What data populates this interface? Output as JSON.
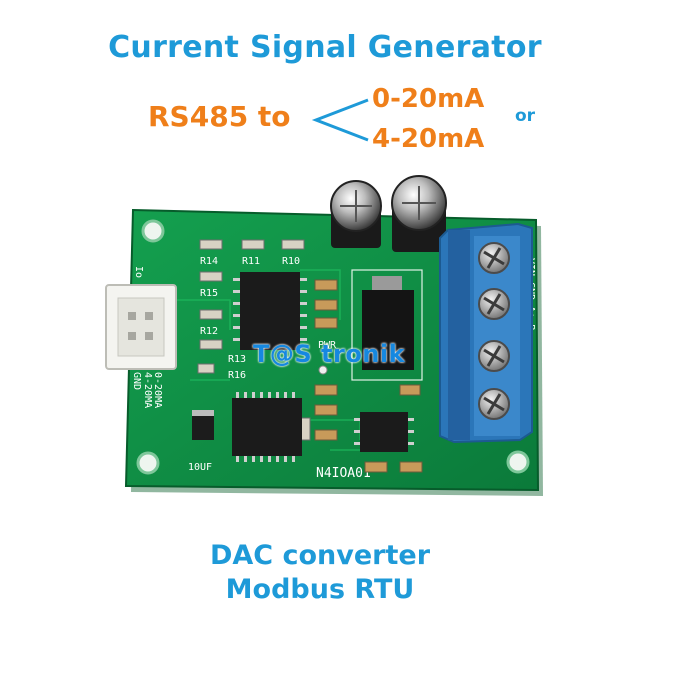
{
  "header": {
    "title": "Current Signal Generator",
    "source_label": "RS485 to",
    "range_a": "0-20mA",
    "range_b": "4-20mA",
    "or_label": "or"
  },
  "footer": {
    "line1": "DAC converter",
    "line2": "Modbus RTU"
  },
  "watermark": "T@S tronik",
  "board": {
    "model_label": "N4IOA01",
    "cap_label": "10UF",
    "gnd_label": "GND",
    "out_label_a": "4-20MA",
    "out_label_b": "0-20MA",
    "io_label": "Io",
    "pwr_label": "PWR",
    "terminal_label": "VIN GND A+ B-",
    "resistor_labels": [
      "R14",
      "R11",
      "R10",
      "R15",
      "R12",
      "R13",
      "R16"
    ]
  },
  "colors": {
    "title_blue": "#1e9ad8",
    "accent_orange": "#ef7f1a",
    "pcb_green": "#0f8a44",
    "terminal_blue": "#2b76b9",
    "watermark_blue": "#1688e0"
  },
  "icons": [
    "bracket-icon",
    "pcb-board-icon",
    "terminal-block-icon",
    "capacitor-icon",
    "screw-icon"
  ]
}
